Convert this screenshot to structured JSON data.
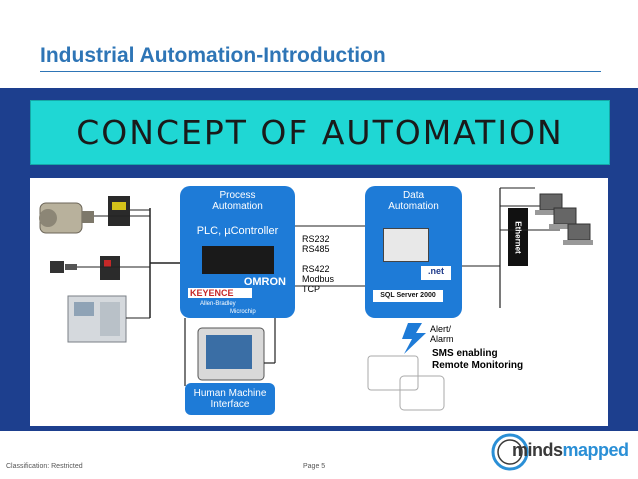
{
  "slide": {
    "title": "Industrial Automation-Introduction",
    "banner": "CONCEPT OF AUTOMATION"
  },
  "diagram": {
    "process_box": {
      "title": "Process\nAutomation",
      "subtitle": "PLC, µController"
    },
    "data_box": {
      "title": "Data\nAutomation"
    },
    "protocols_upper": "RS232\nRS485",
    "protocols_lower": "RS422\nModbus\nTCP",
    "brands": [
      "OMRON",
      "KEYENCE",
      "Allen-Bradley",
      "Microchip"
    ],
    "software": [
      ".net",
      "SQL Server 2000"
    ],
    "ethernet": "Ethernet",
    "alert": "Alert/\nAlarm",
    "sms": "SMS enabling\nRemote Monitoring",
    "hmi": "Human Machine\nInterface"
  },
  "footer": {
    "classification": "Classification: Restricted",
    "page": "Page 5",
    "logo_main": "minds",
    "logo_accent": "mapped"
  },
  "colors": {
    "title": "#2e75b6",
    "panel": "#1d3f8e",
    "banner": "#1fd7d4",
    "box": "#1e7bd7"
  }
}
